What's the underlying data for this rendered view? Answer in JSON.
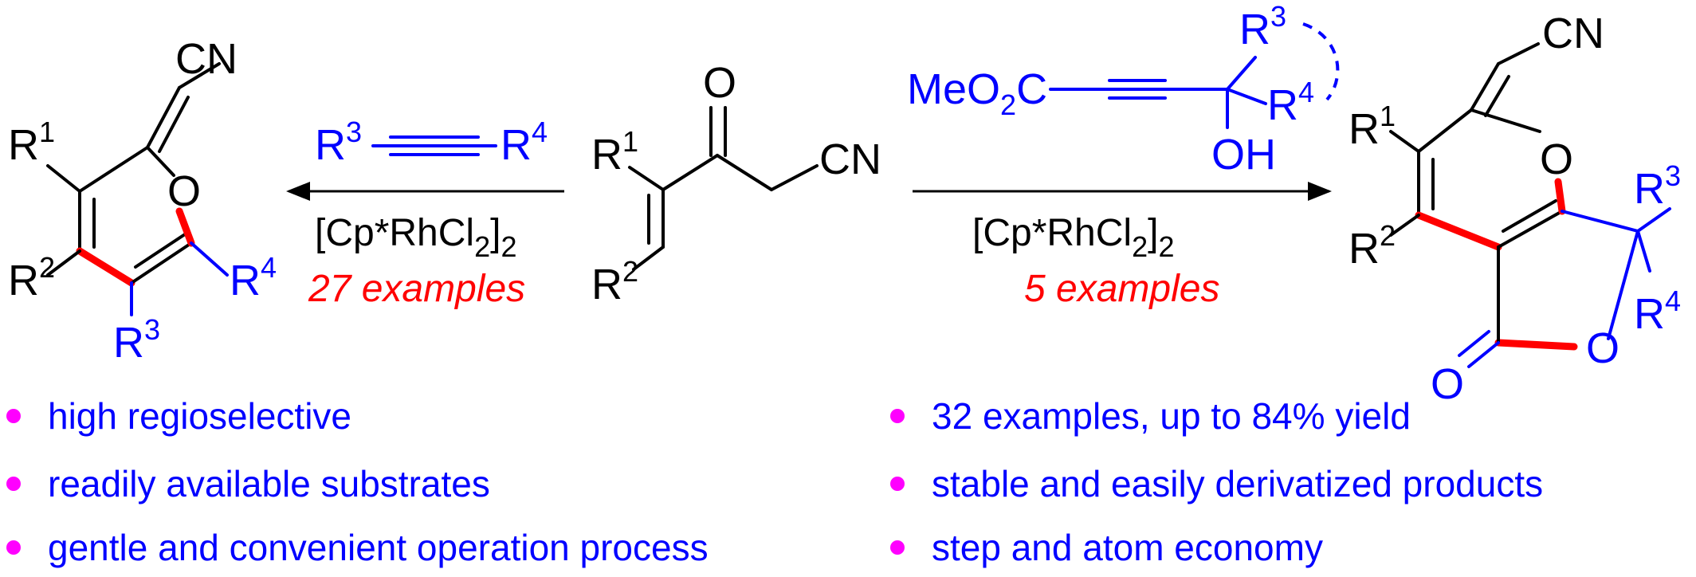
{
  "colors": {
    "bond": "#000000",
    "reagent": "#0000ff",
    "new_bond": "#ff0000",
    "examples": "#ff0000",
    "bullet_dot": "#ff00ff",
    "bullet_text": "#0000ff"
  },
  "atoms": {
    "CN": "CN",
    "O": "O",
    "OH": "OH",
    "R": "R",
    "sup1": "1",
    "sup2": "2",
    "sup3": "3",
    "sup4": "4",
    "MeO": "MeO",
    "two": "2",
    "C": "C"
  },
  "left_reaction": {
    "catalyst_open": "[Cp*RhCl",
    "catalyst_sub": "2",
    "catalyst_close": "]",
    "catalyst_outer_sub": "2",
    "examples": "27 examples"
  },
  "right_reaction": {
    "catalyst_open": "[Cp*RhCl",
    "catalyst_sub": "2",
    "catalyst_close": "]",
    "catalyst_outer_sub": "2",
    "examples": "5 examples"
  },
  "bullets_left": [
    "high regioselective",
    "readily available substrates",
    "gentle and convenient operation process"
  ],
  "bullets_right": [
    "32 examples, up to 84% yield",
    "stable and easily derivatized products",
    "step and atom economy"
  ]
}
